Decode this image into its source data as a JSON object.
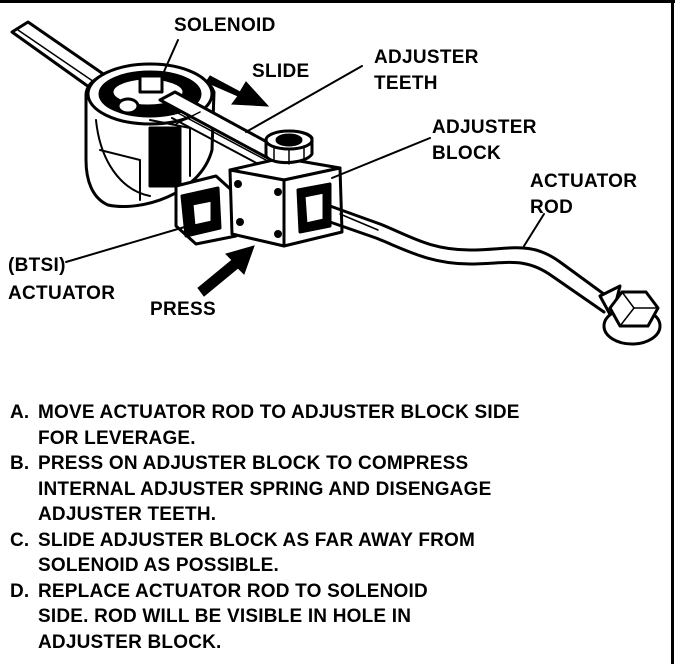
{
  "labels": {
    "solenoid": "SOLENOID",
    "slide": "SLIDE",
    "adjuster_teeth_line1": "ADJUSTER",
    "adjuster_teeth_line2": "TEETH",
    "adjuster_block_line1": "ADJUSTER",
    "adjuster_block_line2": "BLOCK",
    "actuator_rod_line1": "ACTUATOR",
    "actuator_rod_line2": "ROD",
    "btsi_line1": "(BTSI)",
    "btsi_line2": "ACTUATOR",
    "press": "PRESS"
  },
  "steps": [
    {
      "letter": "A.",
      "text": "MOVE ACTUATOR ROD TO ADJUSTER BLOCK SIDE\nFOR LEVERAGE."
    },
    {
      "letter": "B.",
      "text": "PRESS ON ADJUSTER BLOCK TO COMPRESS\nINTERNAL ADJUSTER SPRING AND DISENGAGE\nADJUSTER TEETH."
    },
    {
      "letter": "C.",
      "text": "SLIDE ADJUSTER BLOCK AS FAR AWAY FROM\nSOLENOID AS POSSIBLE."
    },
    {
      "letter": "D.",
      "text": "REPLACE ACTUATOR ROD TO SOLENOID\nSIDE.  ROD WILL BE VISIBLE IN HOLE IN\nADJUSTER BLOCK."
    }
  ]
}
